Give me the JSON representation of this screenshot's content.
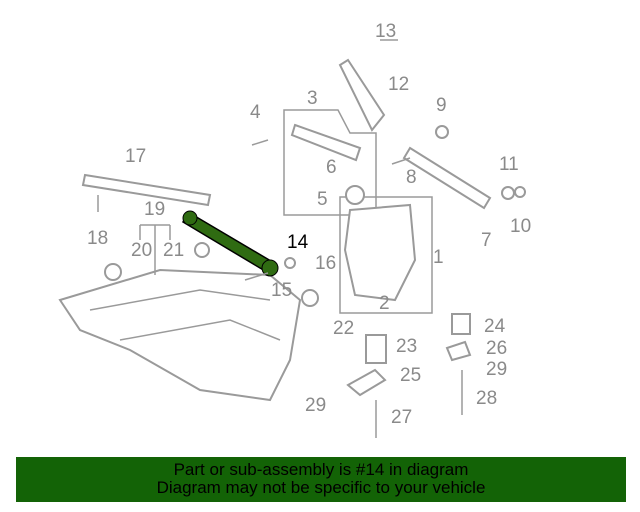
{
  "diagram": {
    "callouts": [
      "13",
      "12",
      "3",
      "4",
      "9",
      "17",
      "6",
      "8",
      "11",
      "5",
      "10",
      "7",
      "18",
      "19",
      "20",
      "21",
      "14",
      "16",
      "1",
      "15",
      "2",
      "22",
      "24",
      "23",
      "26",
      "29",
      "25",
      "28",
      "29",
      "27"
    ],
    "highlighted_part": "14",
    "highlight_color": "#2f6b12"
  },
  "banner": {
    "line1": "Part or sub-assembly is #14 in diagram",
    "line2": "Diagram may not be specific to your vehicle",
    "background": "#136306"
  }
}
